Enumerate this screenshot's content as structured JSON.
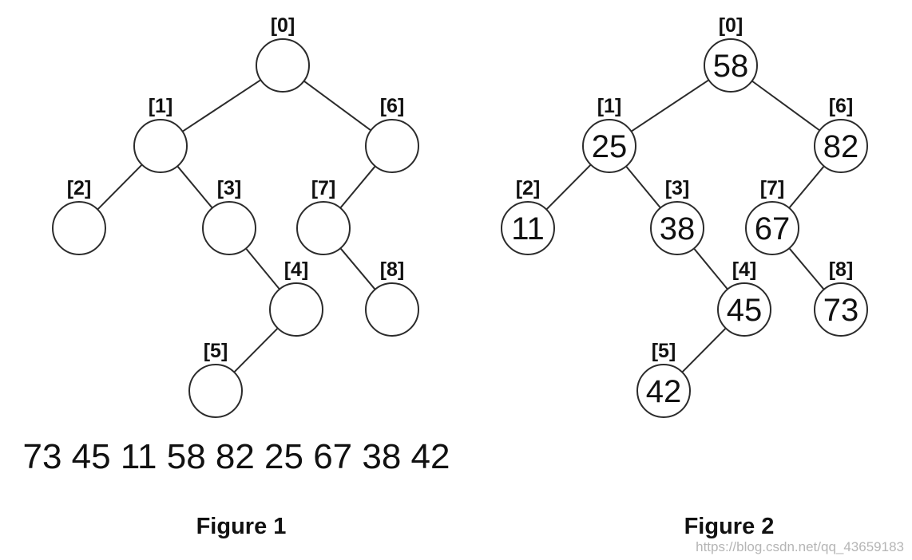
{
  "figure1": {
    "caption": "Figure 1",
    "sequence": "73 45 11 58 82 25 67 38 42",
    "nodes": [
      {
        "index": "[0]",
        "value": ""
      },
      {
        "index": "[1]",
        "value": ""
      },
      {
        "index": "[2]",
        "value": ""
      },
      {
        "index": "[3]",
        "value": ""
      },
      {
        "index": "[4]",
        "value": ""
      },
      {
        "index": "[5]",
        "value": ""
      },
      {
        "index": "[6]",
        "value": ""
      },
      {
        "index": "[7]",
        "value": ""
      },
      {
        "index": "[8]",
        "value": ""
      }
    ]
  },
  "figure2": {
    "caption": "Figure 2",
    "nodes": [
      {
        "index": "[0]",
        "value": "58"
      },
      {
        "index": "[1]",
        "value": "25"
      },
      {
        "index": "[2]",
        "value": "11"
      },
      {
        "index": "[3]",
        "value": "38"
      },
      {
        "index": "[4]",
        "value": "45"
      },
      {
        "index": "[5]",
        "value": "42"
      },
      {
        "index": "[6]",
        "value": "82"
      },
      {
        "index": "[7]",
        "value": "67"
      },
      {
        "index": "[8]",
        "value": "73"
      }
    ]
  },
  "tree_edges": [
    [
      0,
      1
    ],
    [
      0,
      6
    ],
    [
      1,
      2
    ],
    [
      1,
      3
    ],
    [
      3,
      4
    ],
    [
      4,
      5
    ],
    [
      6,
      7
    ],
    [
      7,
      8
    ]
  ],
  "watermark": "https://blog.csdn.net/qq_43659183"
}
